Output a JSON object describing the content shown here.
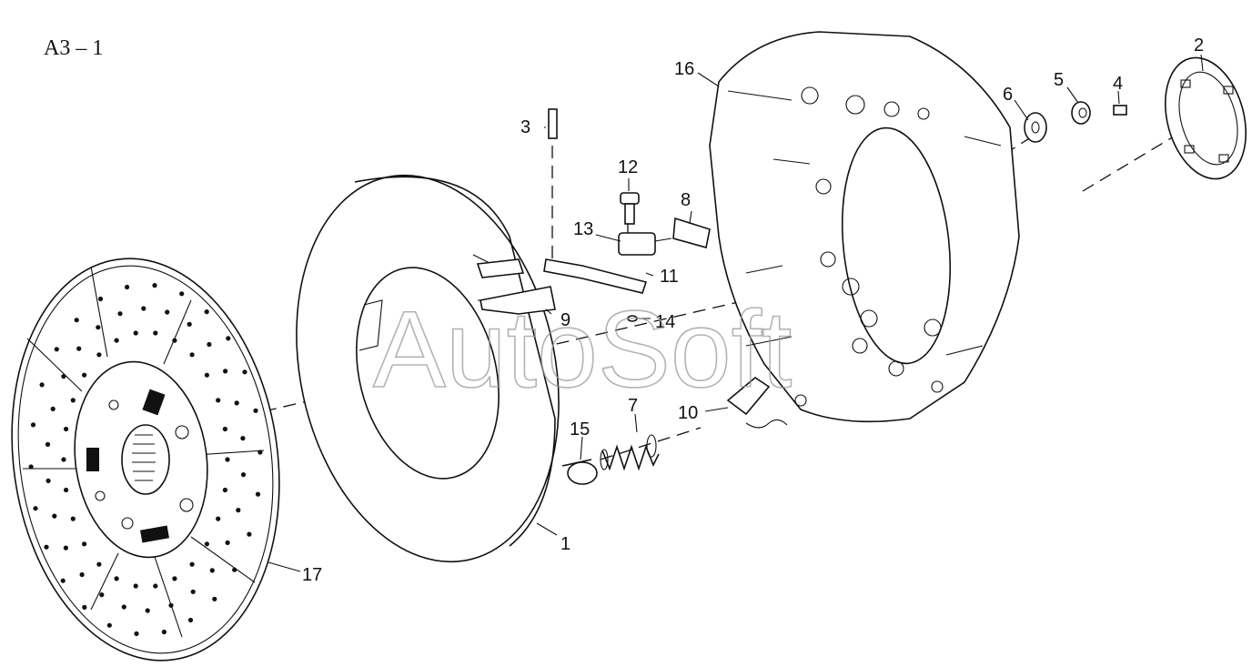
{
  "diagram": {
    "title": "A3 – 1",
    "watermark": "AutoSoft",
    "callouts": {
      "c1": "1",
      "c2": "2",
      "c3": "3",
      "c4": "4",
      "c5": "5",
      "c6": "6",
      "c7": "7",
      "c8": "8",
      "c9": "9",
      "c10": "10",
      "c11": "11",
      "c12": "12",
      "c13": "13",
      "c14": "14",
      "c15": "15",
      "c16": "16",
      "c17": "17"
    }
  }
}
